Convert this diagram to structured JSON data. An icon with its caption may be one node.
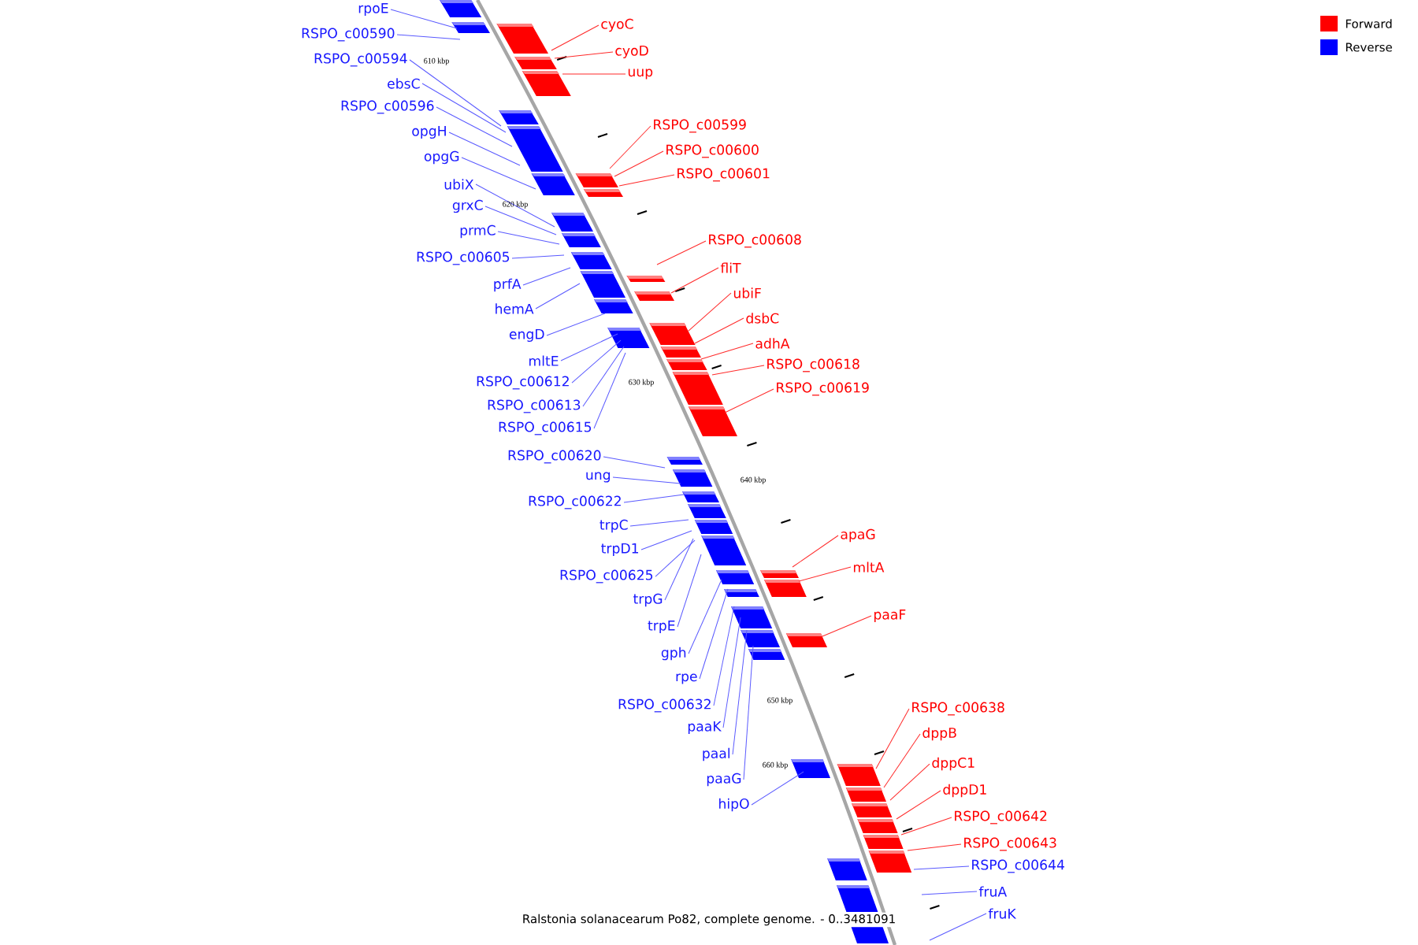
{
  "diagram": {
    "caption": "Ralstonia solanacearum Po82, complete genome. - 0..3481091",
    "nodes": [
      {
        "text": [
          "rpoE"
        ]
      },
      {
        "text": [
          "RSPO_c00590"
        ]
      },
      {
        "text": [
          "RSPO_c00594"
        ]
      },
      {
        "text": [
          "ebsC"
        ]
      },
      {
        "text": [
          "RSPO_c00596"
        ]
      },
      {
        "text": [
          "opgH"
        ]
      },
      {
        "text": [
          "opgG"
        ]
      },
      {
        "text": [
          "ubiX"
        ]
      },
      {
        "text": [
          "grxC"
        ]
      },
      {
        "text": [
          "prmC"
        ]
      },
      {
        "text": [
          "RSPO_c00605"
        ]
      },
      {
        "text": [
          "prfA"
        ]
      },
      {
        "text": [
          "hemA"
        ]
      },
      {
        "text": [
          "engD"
        ]
      },
      {
        "text": [
          "mltE"
        ]
      },
      {
        "text": [
          "RSPO_c00612"
        ]
      },
      {
        "text": [
          "RSPO_c00613"
        ]
      },
      {
        "text": [
          "RSPO_c00615"
        ]
      },
      {
        "text": [
          "RSPO_c00620"
        ]
      },
      {
        "text": [
          "ung"
        ]
      },
      {
        "text": [
          "RSPO_c00622"
        ]
      },
      {
        "text": [
          "trpC"
        ]
      },
      {
        "text": [
          "trpD1"
        ]
      },
      {
        "text": [
          "RSPO_c00625"
        ]
      },
      {
        "text": [
          "trpG"
        ]
      },
      {
        "text": [
          "trpE"
        ]
      },
      {
        "text": [
          "gph"
        ]
      },
      {
        "text": [
          "rpe"
        ]
      },
      {
        "text": [
          "RSPO_c00632"
        ]
      },
      {
        "text": [
          "paaK"
        ]
      },
      {
        "text": [
          "paal"
        ]
      },
      {
        "text": [
          "paaG"
        ]
      },
      {
        "text": [
          "hipO"
        ]
      },
      {
        "text": [
          "cyoC"
        ]
      },
      {
        "text": [
          "cyoD"
        ]
      },
      {
        "text": [
          "uup"
        ]
      },
      {
        "text": [
          "RSPO_c00599"
        ]
      },
      {
        "text": [
          "RSPO_c00600"
        ]
      },
      {
        "text": [
          "RSPO_c00601"
        ]
      },
      {
        "text": [
          "RSPO_c00608"
        ]
      },
      {
        "text": [
          "fliT"
        ]
      },
      {
        "text": [
          "ubiF"
        ]
      },
      {
        "text": [
          "dsbC"
        ]
      },
      {
        "text": [
          "adhA"
        ]
      },
      {
        "text": [
          "RSPO_c00618"
        ]
      },
      {
        "text": [
          "RSPO_c00619"
        ]
      },
      {
        "text": [
          "apaG"
        ]
      },
      {
        "text": [
          "mltA"
        ]
      },
      {
        "text": [
          "paaF"
        ]
      },
      {
        "text": [
          "RSPO_c00638"
        ]
      },
      {
        "text": [
          "dppB"
        ]
      },
      {
        "text": [
          "dppC1"
        ]
      },
      {
        "text": [
          "dppD1"
        ]
      },
      {
        "text": [
          "RSPO_c00642"
        ]
      },
      {
        "text": [
          "RSPO_c00643"
        ]
      },
      {
        "text": [
          "RSPO_c00644"
        ]
      },
      {
        "text": [
          "fruA"
        ]
      },
      {
        "text": [
          "fruK"
        ]
      }
    ],
    "edges": [
      {
        "from": 0,
        "to": null,
        "arrow": "none"
      },
      {
        "from": 1,
        "to": null,
        "arrow": "none"
      },
      {
        "from": 2,
        "to": null,
        "arrow": "none"
      },
      {
        "from": 3,
        "to": null,
        "arrow": "none"
      },
      {
        "from": 4,
        "to": null,
        "arrow": "none"
      },
      {
        "from": 5,
        "to": null,
        "arrow": "none"
      },
      {
        "from": 6,
        "to": null,
        "arrow": "none"
      },
      {
        "from": 7,
        "to": null,
        "arrow": "none"
      },
      {
        "from": 8,
        "to": null,
        "arrow": "none"
      },
      {
        "from": 9,
        "to": null,
        "arrow": "none"
      },
      {
        "from": 10,
        "to": null,
        "arrow": "none"
      },
      {
        "from": 11,
        "to": null,
        "arrow": "none"
      },
      {
        "from": 12,
        "to": null,
        "arrow": "none"
      },
      {
        "from": 13,
        "to": null,
        "arrow": "none"
      },
      {
        "from": 14,
        "to": null,
        "arrow": "none"
      },
      {
        "from": 15,
        "to": null,
        "arrow": "none"
      },
      {
        "from": 16,
        "to": null,
        "arrow": "none"
      },
      {
        "from": 17,
        "to": null,
        "arrow": "none"
      },
      {
        "from": 18,
        "to": null,
        "arrow": "none"
      },
      {
        "from": 19,
        "to": null,
        "arrow": "none"
      },
      {
        "from": 20,
        "to": null,
        "arrow": "none"
      },
      {
        "from": 21,
        "to": null,
        "arrow": "none"
      },
      {
        "from": 22,
        "to": null,
        "arrow": "none"
      },
      {
        "from": 23,
        "to": null,
        "arrow": "none"
      },
      {
        "from": 24,
        "to": null,
        "arrow": "none"
      },
      {
        "from": 25,
        "to": null,
        "arrow": "none"
      },
      {
        "from": 26,
        "to": null,
        "arrow": "none"
      },
      {
        "from": 27,
        "to": null,
        "arrow": "none"
      },
      {
        "from": 28,
        "to": null,
        "arrow": "none"
      },
      {
        "from": 29,
        "to": null,
        "arrow": "none"
      },
      {
        "from": 30,
        "to": null,
        "arrow": "none"
      },
      {
        "from": 31,
        "to": null,
        "arrow": "none"
      },
      {
        "from": 32,
        "to": null,
        "arrow": "none"
      },
      {
        "from": 33,
        "to": null,
        "arrow": "none",
        "color": "#ff2a2a"
      },
      {
        "from": 34,
        "to": null,
        "arrow": "none",
        "color": "#ff2a2a"
      },
      {
        "from": 35,
        "to": null,
        "arrow": "none",
        "color": "#ff2a2a"
      },
      {
        "from": 36,
        "to": null,
        "arrow": "none",
        "color": "#ff2a2a"
      },
      {
        "from": 37,
        "to": null,
        "arrow": "none",
        "color": "#ff2a2a"
      },
      {
        "from": 38,
        "to": null,
        "arrow": "none",
        "color": "#ff2a2a"
      },
      {
        "from": 39,
        "to": null,
        "arrow": "none",
        "color": "#ff2a2a"
      },
      {
        "from": 40,
        "to": null,
        "arrow": "none",
        "color": "#ff2a2a"
      },
      {
        "from": 41,
        "to": null,
        "arrow": "none",
        "color": "#ff2a2a"
      },
      {
        "from": 42,
        "to": null,
        "arrow": "none",
        "color": "#ff2a2a"
      },
      {
        "from": 43,
        "to": null,
        "arrow": "none",
        "color": "#ff2a2a"
      },
      {
        "from": 44,
        "to": null,
        "arrow": "none",
        "color": "#ff2a2a"
      },
      {
        "from": 45,
        "to": null,
        "arrow": "none",
        "color": "#ff2a2a"
      },
      {
        "from": 46,
        "to": null,
        "arrow": "none",
        "color": "#ff2a2a"
      },
      {
        "from": 47,
        "to": null,
        "arrow": "none",
        "color": "#ff2a2a"
      },
      {
        "from": 48,
        "to": null,
        "arrow": "none",
        "color": "#ff2a2a"
      },
      {
        "from": 49,
        "to": null,
        "arrow": "none",
        "color": "#ff2a2a"
      },
      {
        "from": 50,
        "to": null,
        "arrow": "none",
        "color": "#ff2a2a"
      },
      {
        "from": 51,
        "to": null,
        "arrow": "none",
        "color": "#ff2a2a"
      },
      {
        "from": 52,
        "to": null,
        "arrow": "none",
        "color": "#ff2a2a"
      },
      {
        "from": 53,
        "to": null,
        "arrow": "none",
        "color": "#ff2a2a"
      },
      {
        "from": 54,
        "to": null,
        "arrow": "none",
        "color": "#ff2a2a"
      },
      {
        "from": 55,
        "to": null,
        "arrow": "none"
      },
      {
        "from": 56,
        "to": null,
        "arrow": "none"
      },
      {
        "from": 57,
        "to": null,
        "arrow": "none"
      }
    ],
    "labels": [
      "610 kbp",
      "620 kbp",
      "630 kbp",
      "640 kbp",
      "650 kbp",
      "660 kbp"
    ],
    "legend": [
      {
        "text": "Forward",
        "color": "#ff0000"
      },
      {
        "text": "Reverse",
        "color": "#0000ff"
      }
    ]
  }
}
